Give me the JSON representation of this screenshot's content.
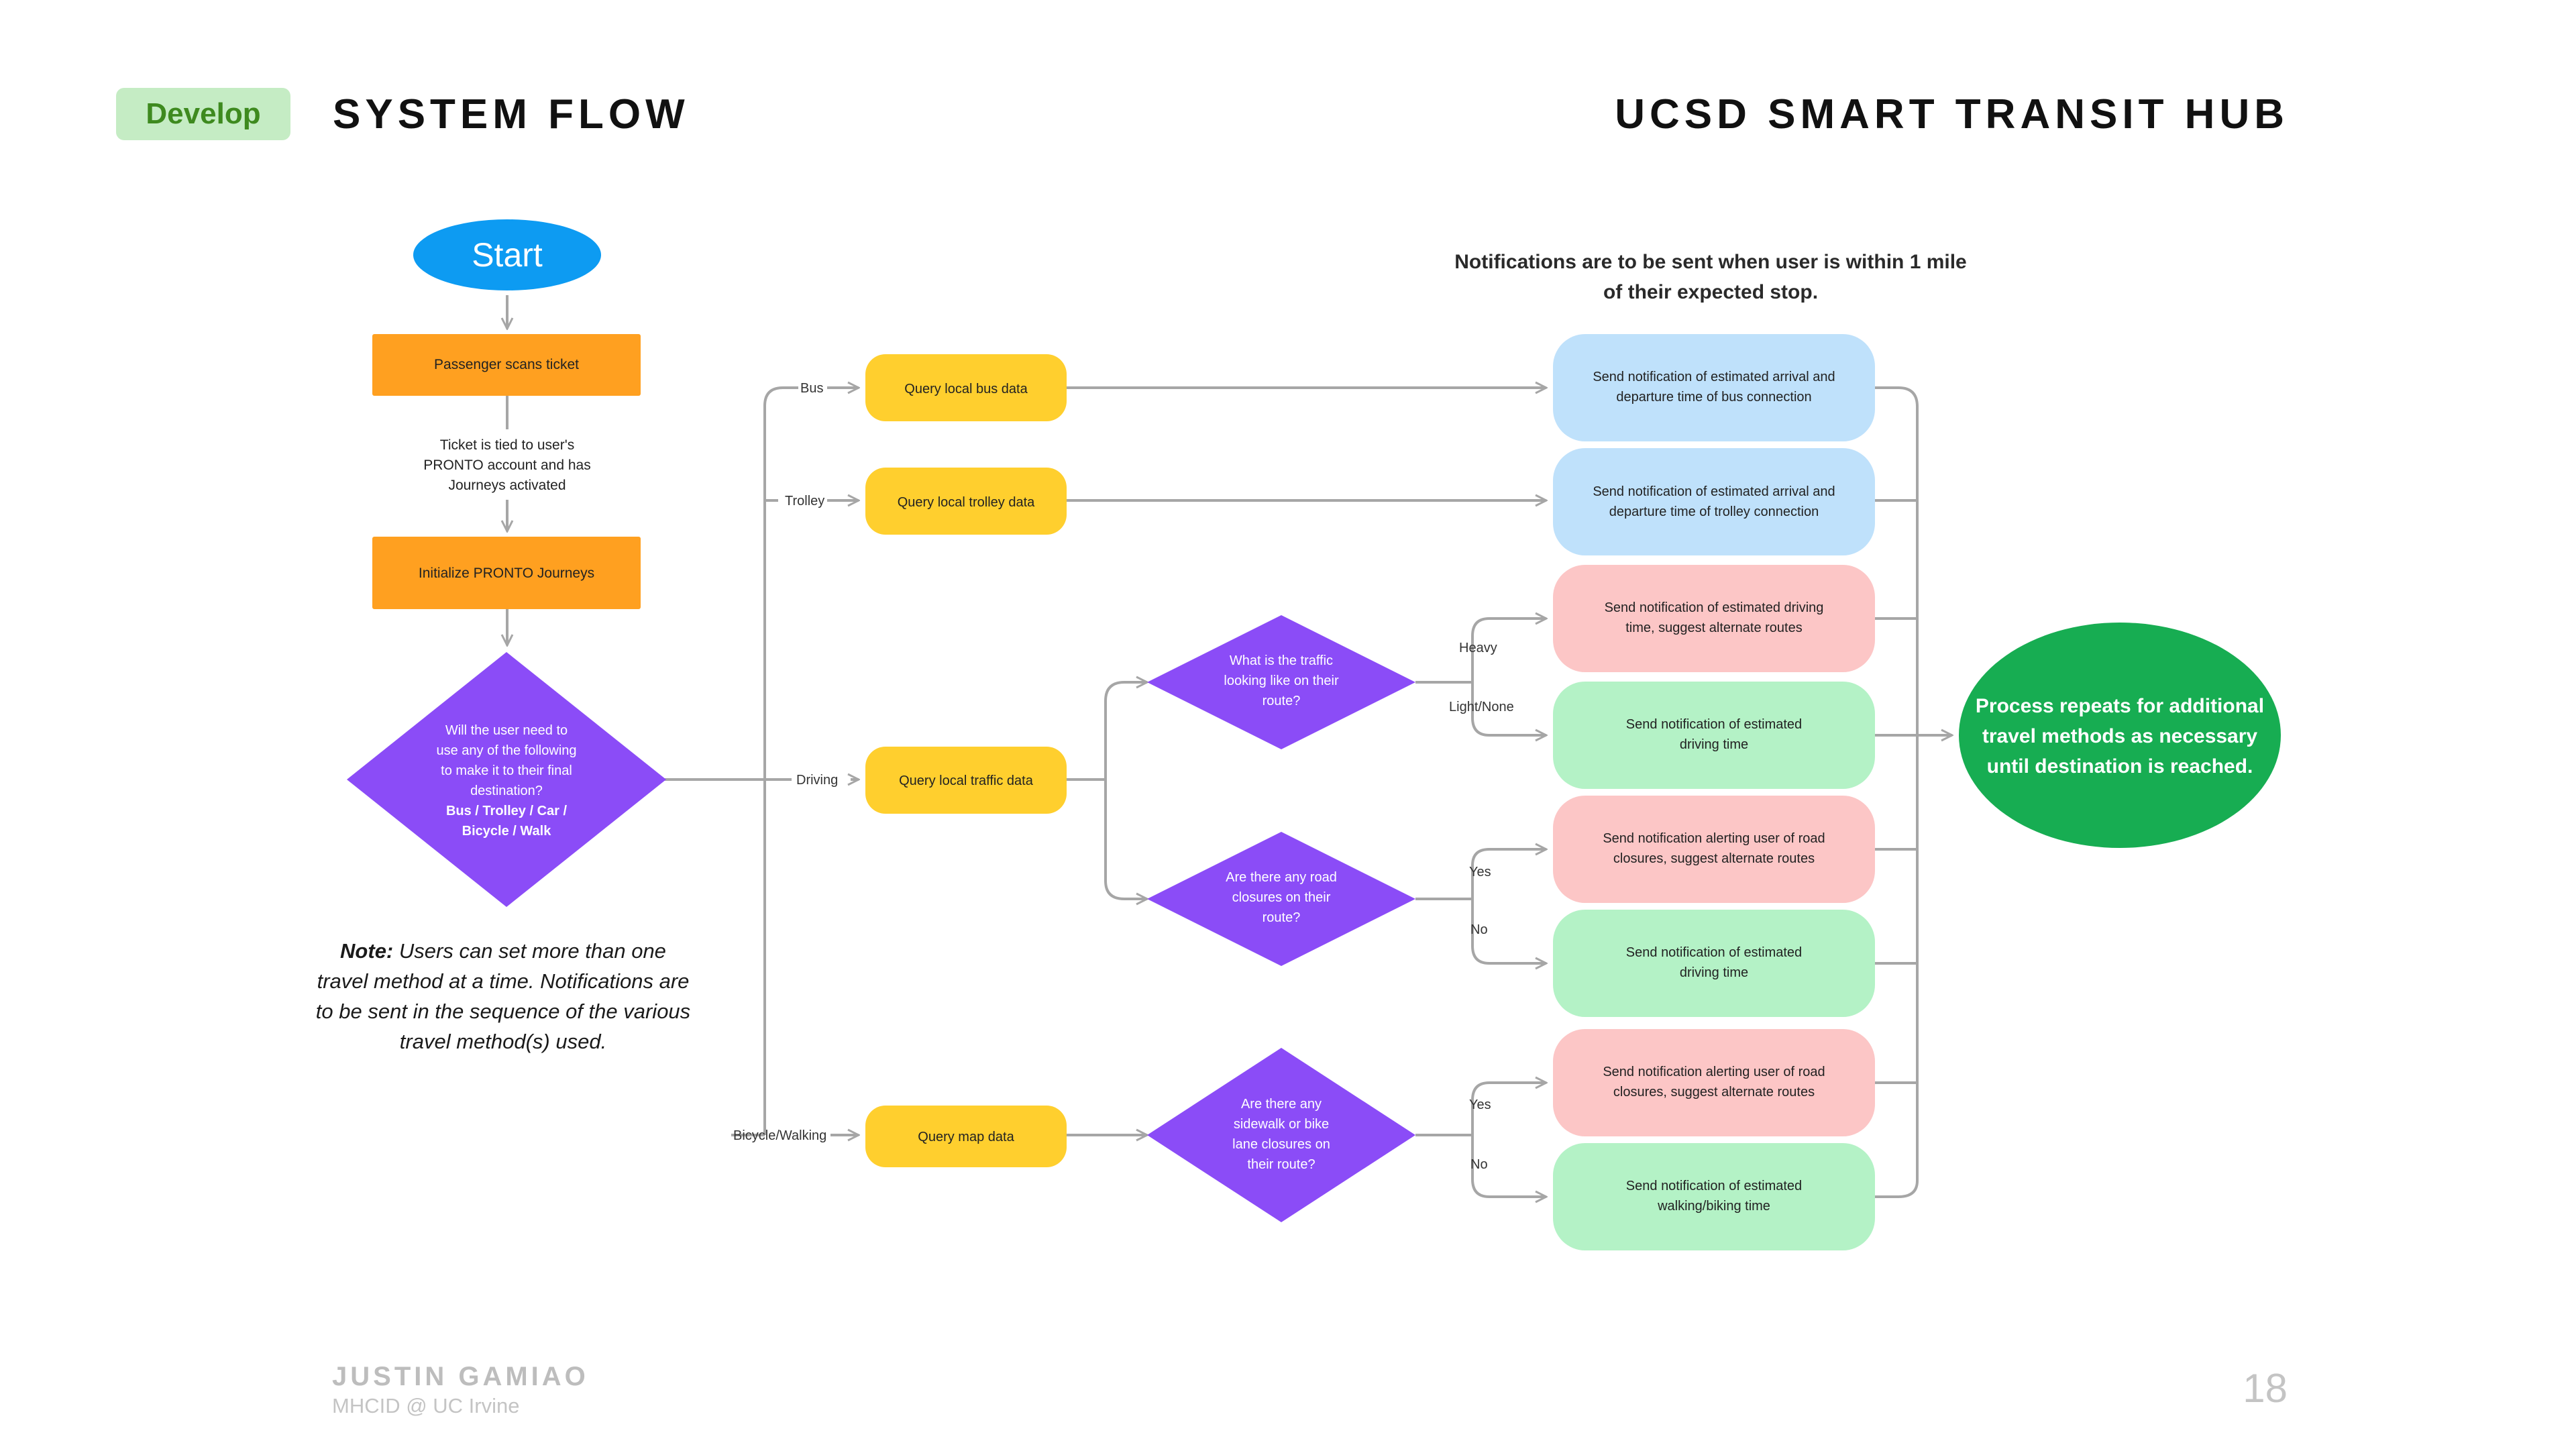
{
  "header": {
    "badge": "Develop",
    "section_title": "SYSTEM FLOW",
    "project_title": "UCSD SMART TRANSIT HUB"
  },
  "footer": {
    "author": "JUSTIN GAMIAO",
    "affiliation": "MHCID @ UC Irvine",
    "page_number": "18"
  },
  "note": {
    "label": "Note:",
    "text": "Users can set more than one travel method at a time. Notifications are to be sent in the sequence of the various travel method(s) used."
  },
  "caption": "Notifications are to be sent when user is within 1 mile of their expected stop.",
  "colors": {
    "start": "#0d9bf2",
    "process": "#ffa020",
    "decision": "#8b4cf7",
    "query": "#ffcf2e",
    "notify_blue": "#bfe1fb",
    "notify_red": "#fcc6c6",
    "notify_green": "#b4f2c6",
    "end": "#17ad52",
    "connector": "#a6a6a6"
  },
  "flow": {
    "start": "Start",
    "scan": "Passenger scans ticket",
    "tied": [
      "Ticket is tied to user's",
      "PRONTO account and has",
      "Journeys activated"
    ],
    "init": "Initialize PRONTO Journeys",
    "decision_main": [
      "Will the user need to",
      "use any of the following",
      "to make it to their final",
      "destination?"
    ],
    "decision_main_options": [
      "Bus / Trolley / Car /",
      "Bicycle / Walk"
    ],
    "branches": {
      "bus": "Bus",
      "trolley": "Trolley",
      "driving": "Driving",
      "bike_walk": "Bicycle/Walking"
    },
    "queries": {
      "bus": "Query local bus data",
      "trolley": "Query local trolley data",
      "traffic": "Query local traffic data",
      "map": "Query map data"
    },
    "decisions": {
      "traffic": [
        "What is the traffic",
        "looking like on their",
        "route?"
      ],
      "road_closures": [
        "Are there any road",
        "closures on their",
        "route?"
      ],
      "sidewalk": [
        "Are there any",
        "sidewalk or bike",
        "lane closures on",
        "their route?"
      ]
    },
    "edge_labels": {
      "heavy": "Heavy",
      "light": "Light/None",
      "yes1": "Yes",
      "no1": "No",
      "yes2": "Yes",
      "no2": "No"
    },
    "notifications": {
      "bus": [
        "Send notification of estimated arrival and",
        "departure time of bus connection"
      ],
      "trolley": [
        "Send notification of estimated arrival and",
        "departure time of trolley connection"
      ],
      "heavy": [
        "Send notification of estimated driving",
        "time, suggest alternate routes"
      ],
      "light": [
        "Send notification of estimated",
        "driving time"
      ],
      "closure_yes": [
        "Send notification alerting user of road",
        "closures, suggest alternate routes"
      ],
      "closure_no": [
        "Send notification of estimated",
        "driving time"
      ],
      "walk_yes": [
        "Send notification alerting user of road",
        "closures, suggest alternate routes"
      ],
      "walk_no": [
        "Send notification of estimated",
        "walking/biking time"
      ]
    },
    "end": [
      "Process repeats for additional",
      "travel methods as necessary",
      "until destination is reached."
    ]
  }
}
